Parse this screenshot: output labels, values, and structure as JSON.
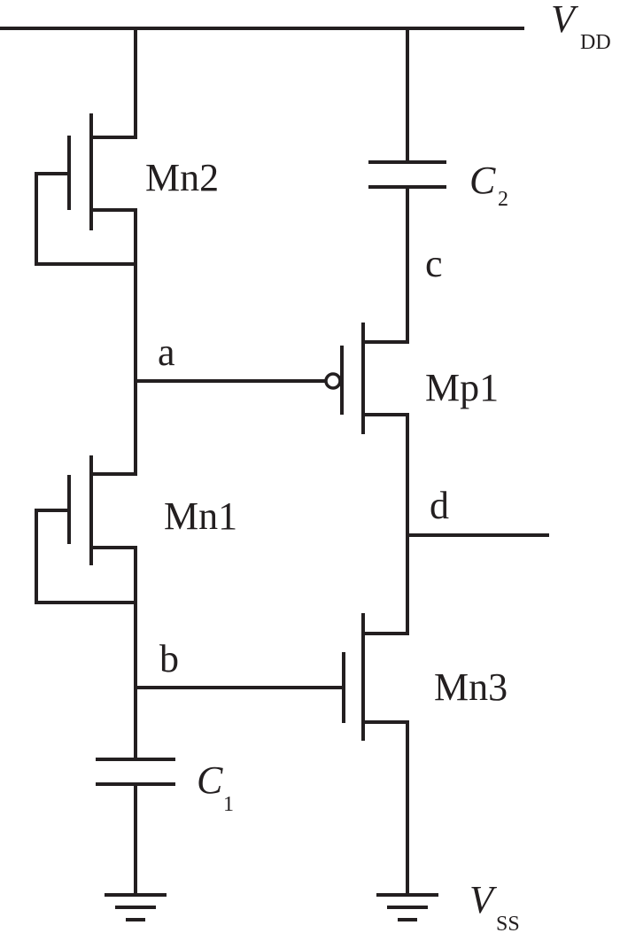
{
  "supply": {
    "vdd_main": "V",
    "vdd_sub": "DD",
    "vss_main": "V",
    "vss_sub": "SS"
  },
  "transistors": {
    "mn2": "Mn2",
    "mn1": "Mn1",
    "mp1": "Mp1",
    "mn3": "Mn3"
  },
  "capacitors": {
    "c1_main": "C",
    "c1_sub": "1",
    "c2_main": "C",
    "c2_sub": "2"
  },
  "nodes": {
    "a": "a",
    "b": "b",
    "c": "c",
    "d": "d"
  }
}
